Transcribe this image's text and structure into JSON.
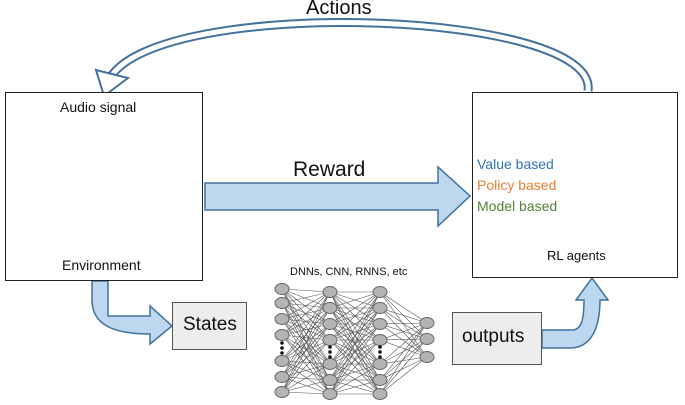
{
  "actions_label": "Actions",
  "reward_label": "Reward",
  "environment": {
    "audio_label": "Audio signal",
    "env_label": "Environment"
  },
  "agent": {
    "methods": [
      {
        "label": "Value based",
        "color": "#2e75b6"
      },
      {
        "label": "Policy based",
        "color": "#ed7d31"
      },
      {
        "label": "Model based",
        "color": "#538135"
      }
    ],
    "label": "RL agents"
  },
  "states_label": "States",
  "outputs_label": "outputs",
  "network": {
    "label": "DNNs, CNN, RNNS, etc"
  },
  "colors": {
    "arrow_fill": "#bdd7ee",
    "arrow_stroke": "#41719c",
    "waveform": "#2e75b6",
    "node_fill": "#b4b4b4",
    "box_fill": "#ededed"
  }
}
